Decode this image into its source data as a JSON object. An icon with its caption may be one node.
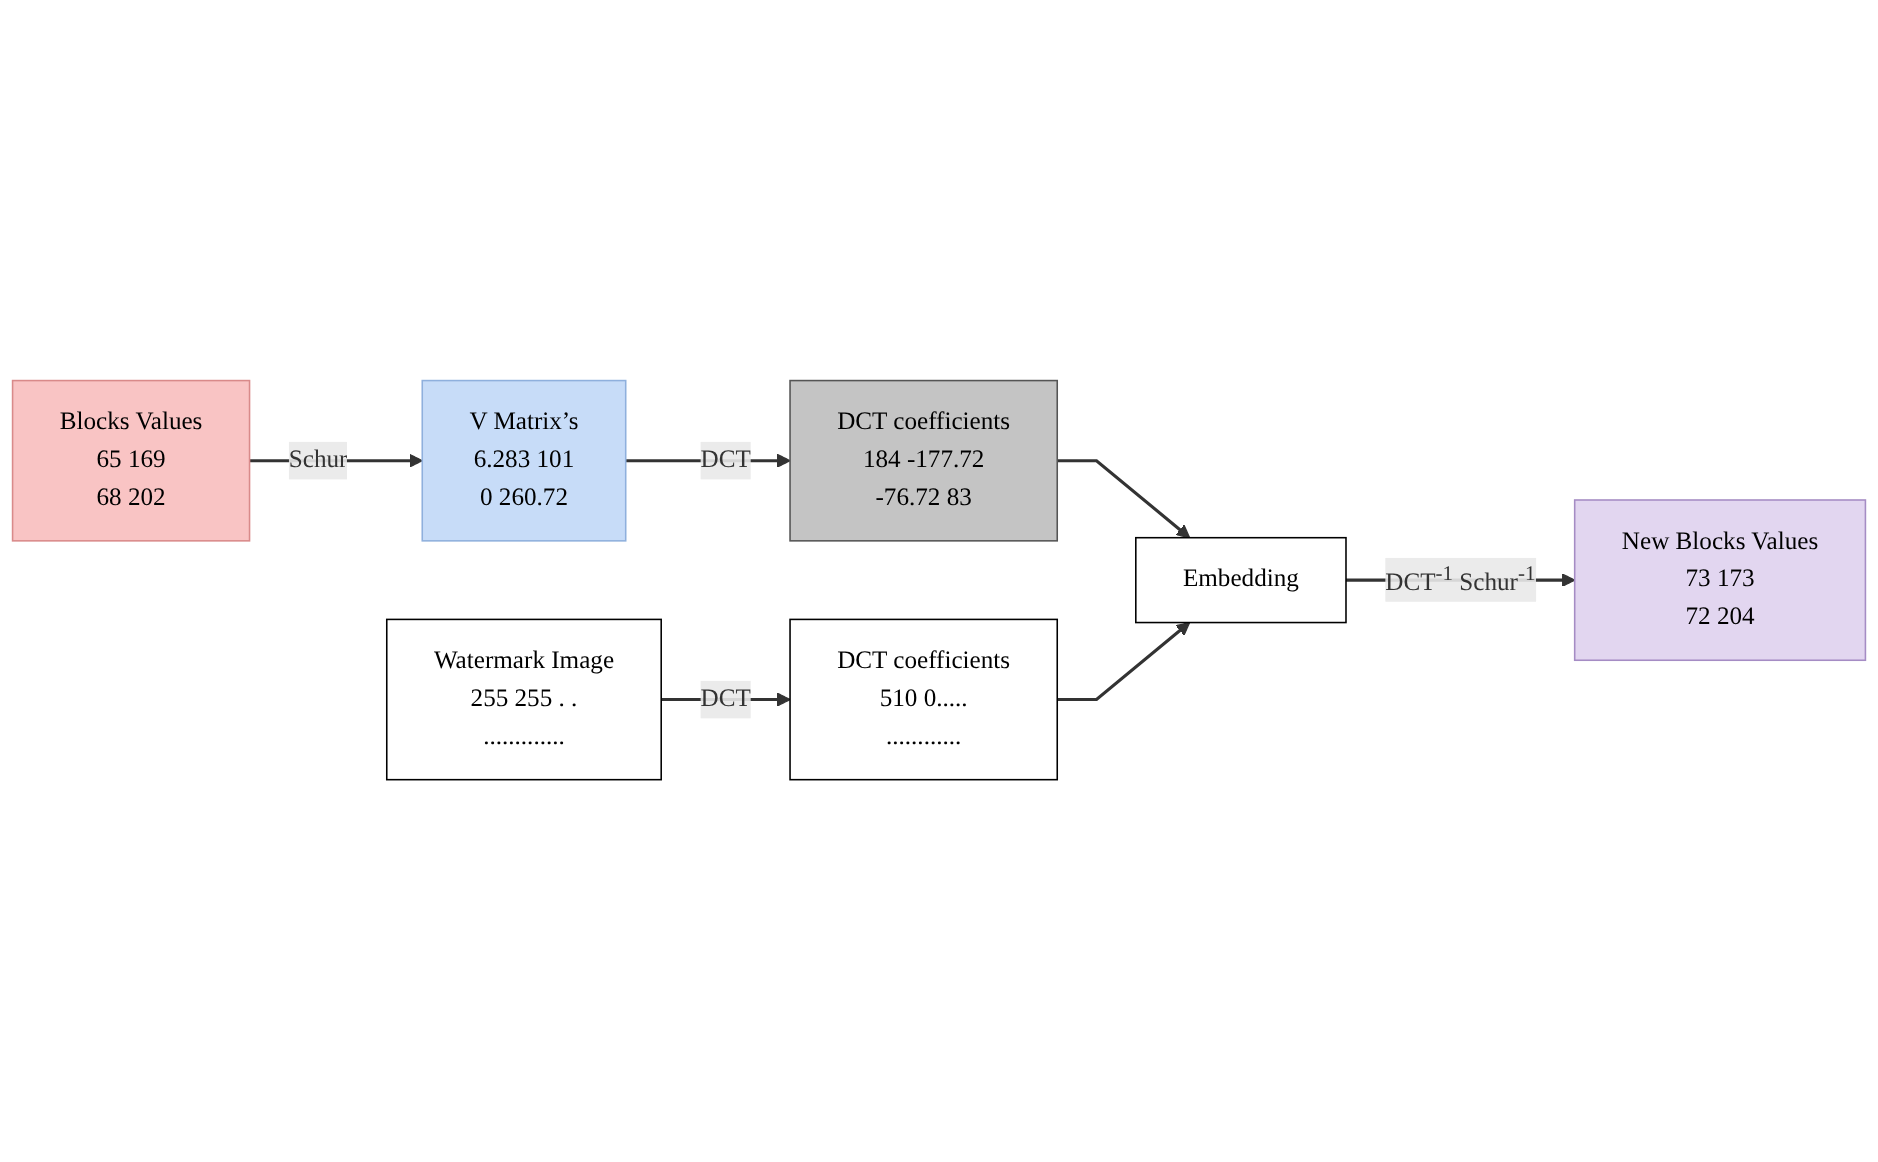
{
  "diagram": {
    "nodes": [
      {
        "text": [
          "Blocks Values",
          "65 169",
          "68 202"
        ]
      },
      {
        "text": [
          "V Matrix’s",
          "6.283 101",
          "0 260.72"
        ]
      },
      {
        "text": [
          "DCT coefficients",
          "184 -177.72",
          "-76.72 83"
        ]
      },
      {
        "text": [
          "Watermark Image",
          "255 255 . .",
          "............."
        ]
      },
      {
        "text": [
          "DCT coefficients",
          "510 0.....",
          "............"
        ]
      },
      {
        "text": [
          "Embedding"
        ]
      },
      {
        "text": [
          "New Blocks Values",
          "73 173",
          "72 204"
        ]
      }
    ],
    "edges": [
      {
        "from": 0,
        "to": 1,
        "arrow": "to",
        "label": "Schur"
      },
      {
        "from": 1,
        "to": 2,
        "arrow": "to",
        "label": "DCT"
      },
      {
        "from": 2,
        "to": 5,
        "arrow": "to"
      },
      {
        "from": 3,
        "to": 4,
        "arrow": "to",
        "label": "DCT"
      },
      {
        "from": 4,
        "to": 5,
        "arrow": "to"
      },
      {
        "from": 5,
        "to": 6,
        "arrow": "to",
        "label": "DCT$^{-1}$ Schur$^{-1}$"
      }
    ]
  }
}
